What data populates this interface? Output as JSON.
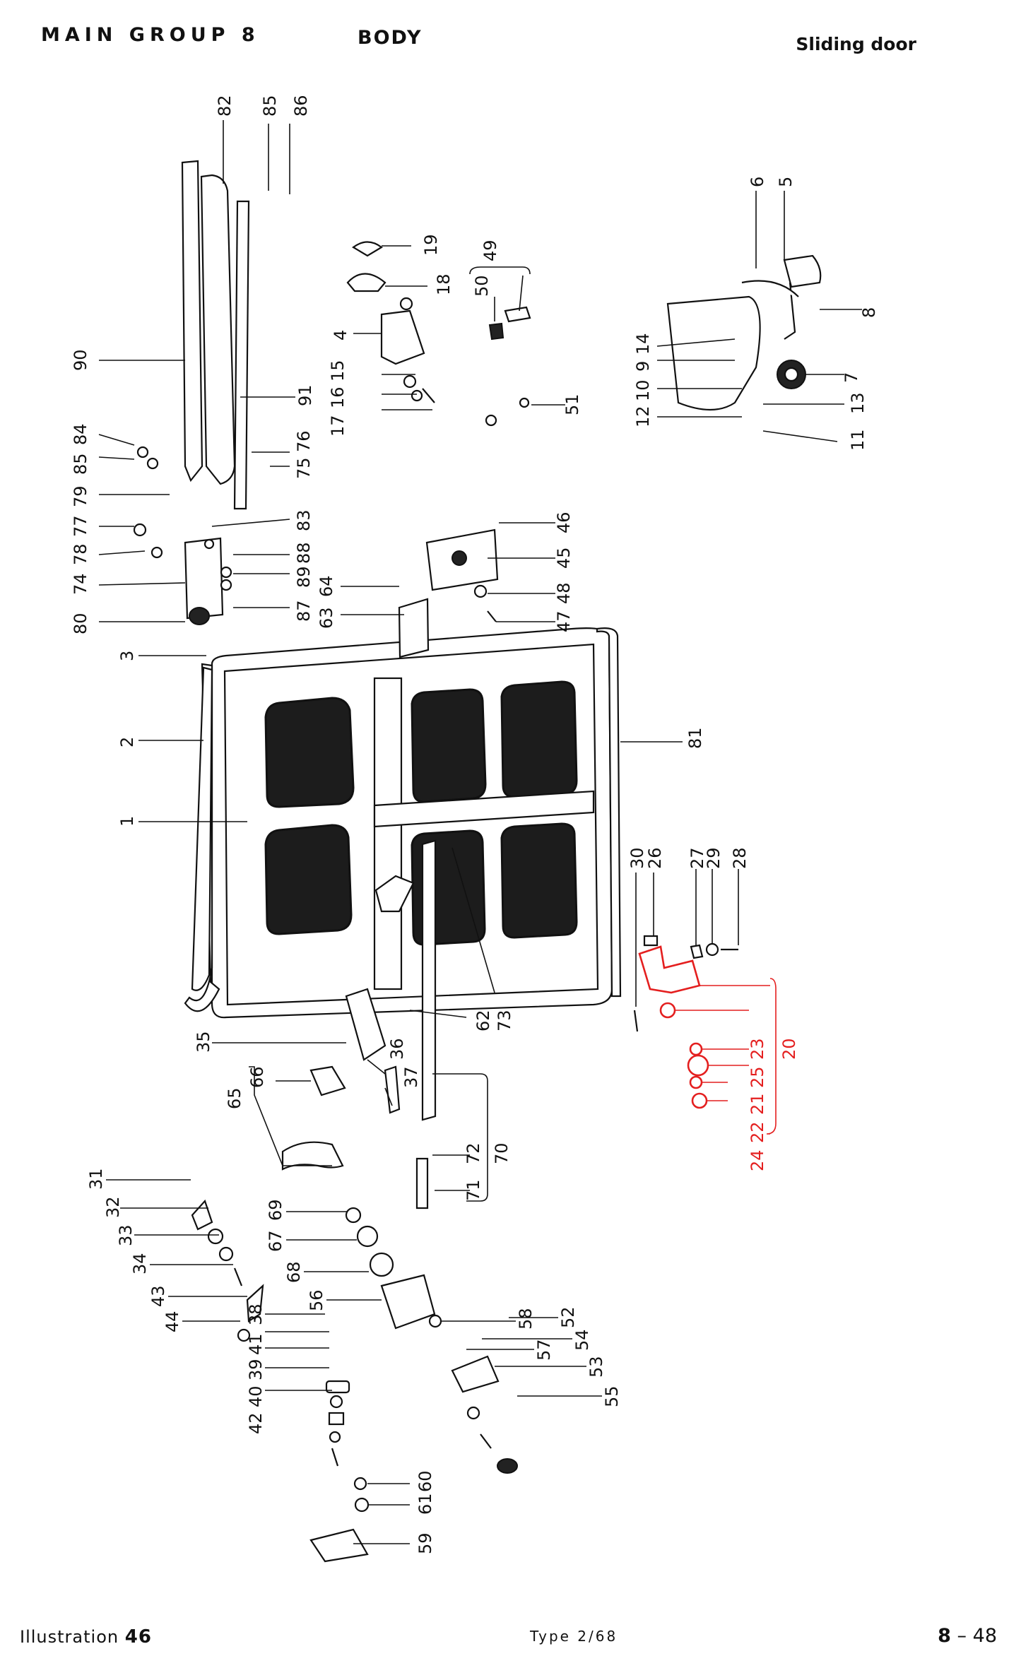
{
  "header": {
    "main_group": "MAIN GROUP 8",
    "section": "BODY",
    "title": "Sliding door"
  },
  "footer": {
    "illustration_label": "Illustration",
    "illustration_number": "46",
    "type_label": "Type",
    "type_value": "2/68",
    "page_group": "8",
    "page_sep": "–",
    "page_number": "48"
  },
  "callouts": {
    "c1": "1",
    "c2": "2",
    "c3": "3",
    "c4": "4",
    "c5": "5",
    "c6": "6",
    "c7": "7",
    "c8": "8",
    "c9": "9",
    "c10": "10",
    "c11": "11",
    "c12": "12",
    "c13": "13",
    "c14": "14",
    "c15": "15",
    "c16": "16",
    "c17": "17",
    "c18": "18",
    "c19": "19",
    "c20": "20",
    "c21": "21",
    "c22": "22",
    "c23": "23",
    "c24": "24",
    "c25": "25",
    "c26": "26",
    "c27": "27",
    "c28": "28",
    "c29": "29",
    "c30": "30",
    "c31": "31",
    "c32": "32",
    "c33": "33",
    "c34": "34",
    "c35": "35",
    "c36": "36",
    "c37": "37",
    "c38": "38",
    "c39": "39",
    "c40": "40",
    "c41": "41",
    "c42": "42",
    "c43": "43",
    "c44": "44",
    "c45": "45",
    "c46": "46",
    "c47": "47",
    "c48": "48",
    "c49": "49",
    "c50": "50",
    "c51": "51",
    "c52": "52",
    "c53": "53",
    "c54": "54",
    "c55": "55",
    "c56": "56",
    "c57": "57",
    "c58": "58",
    "c59": "59",
    "c60": "60",
    "c61": "61",
    "c62": "62",
    "c63": "63",
    "c64": "64",
    "c65": "65",
    "c66": "66",
    "c67": "67",
    "c68": "68",
    "c69": "69",
    "c70": "70",
    "c71": "71",
    "c72": "72",
    "c73": "73",
    "c74": "74",
    "c75": "75",
    "c76": "76",
    "c77": "77",
    "c78": "78",
    "c79": "79",
    "c80": "80",
    "c81": "81",
    "c82": "82",
    "c83": "83",
    "c84": "84",
    "c85": "85",
    "c86": "86",
    "c87": "87",
    "c88": "88",
    "c89": "89",
    "c90": "90",
    "c91": "91"
  },
  "colors": {
    "ink": "#111111",
    "highlight": "#e41f1f",
    "paper": "#ffffff"
  }
}
